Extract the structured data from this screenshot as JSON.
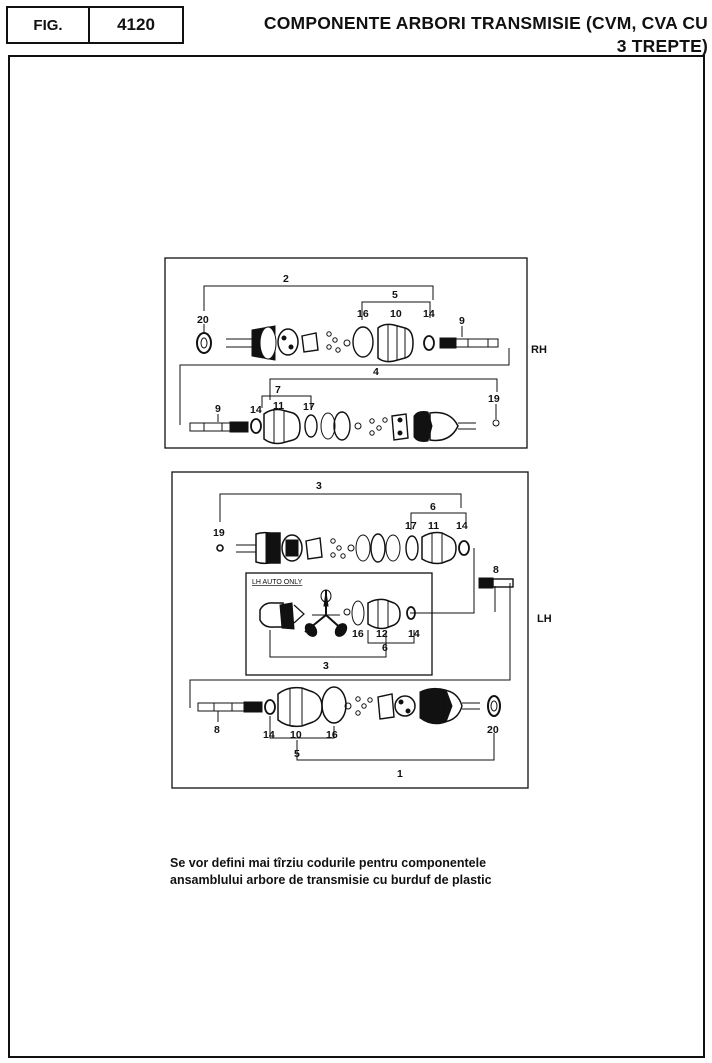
{
  "header": {
    "fig_label": "FIG.",
    "fig_number": "4120",
    "title_line1": "COMPONENTE ARBORI TRANSMISIE (CVM, CVA CU",
    "title_line2": "3 TREPTE)"
  },
  "rh_panel": {
    "side_label": "RH",
    "callouts": [
      "2",
      "5",
      "20",
      "16",
      "10",
      "14",
      "9",
      "4",
      "7",
      "9",
      "14",
      "11",
      "17",
      "19"
    ]
  },
  "lh_panel": {
    "side_label": "LH",
    "callouts": [
      "3",
      "6",
      "19",
      "17",
      "11",
      "14",
      "8",
      "16",
      "12",
      "14",
      "6",
      "3",
      "8",
      "14",
      "10",
      "16",
      "20",
      "5",
      "1"
    ],
    "inset": {
      "note": "LH AUTO ONLY"
    }
  },
  "caption": {
    "line1": "Se vor defini mai tîrziu codurile pentru componentele",
    "line2": "ansamblului arbore de transmisie cu burduf de plastic"
  }
}
